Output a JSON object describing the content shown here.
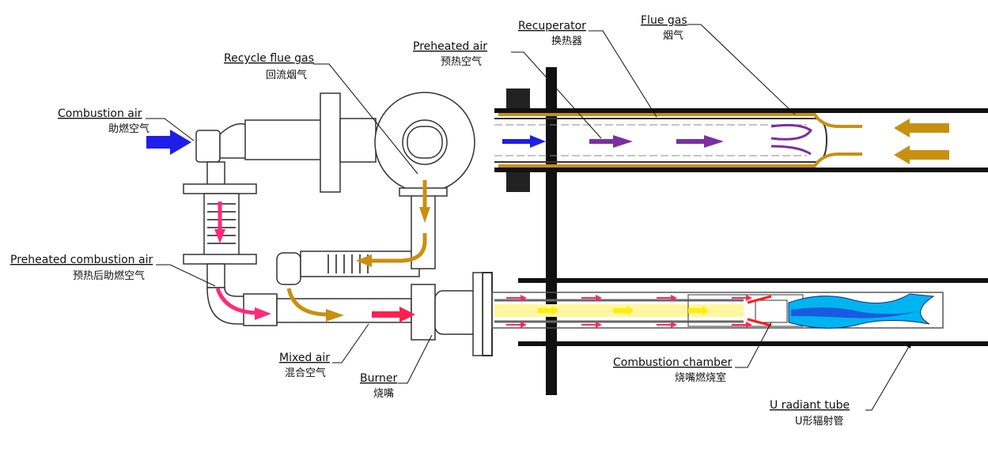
{
  "labels": {
    "combustion_air": {
      "en": "Combustion air",
      "zh": "助燃空气"
    },
    "recycle_flue_gas": {
      "en": "Recycle flue gas",
      "zh": "回流烟气"
    },
    "preheated_air": {
      "en": "Preheated air",
      "zh": "预热空气"
    },
    "recuperator": {
      "en": "Recuperator",
      "zh": "换热器"
    },
    "flue_gas": {
      "en": "Flue gas",
      "zh": "烟气"
    },
    "preheated_combustion_air": {
      "en": "Preheated combustion air",
      "zh": "预热后助燃空气"
    },
    "mixed_air": {
      "en": "Mixed air",
      "zh": "混合空气"
    },
    "burner": {
      "en": "Burner",
      "zh": "烧嘴"
    },
    "combustion_chamber": {
      "en": "Combustion chamber",
      "zh": "烧嘴燃烧室"
    },
    "u_radiant_tube": {
      "en": "U radiant tube",
      "zh": "U形辐射管"
    }
  },
  "colors": {
    "combustion_air": "#1e1ee6",
    "flue_gas": "#c89010",
    "preheated_air": "#7b2fa0",
    "preheated_combustion_air": "#ff2a7a",
    "fuel": "#ffff33",
    "flame": "#00b4f0"
  }
}
